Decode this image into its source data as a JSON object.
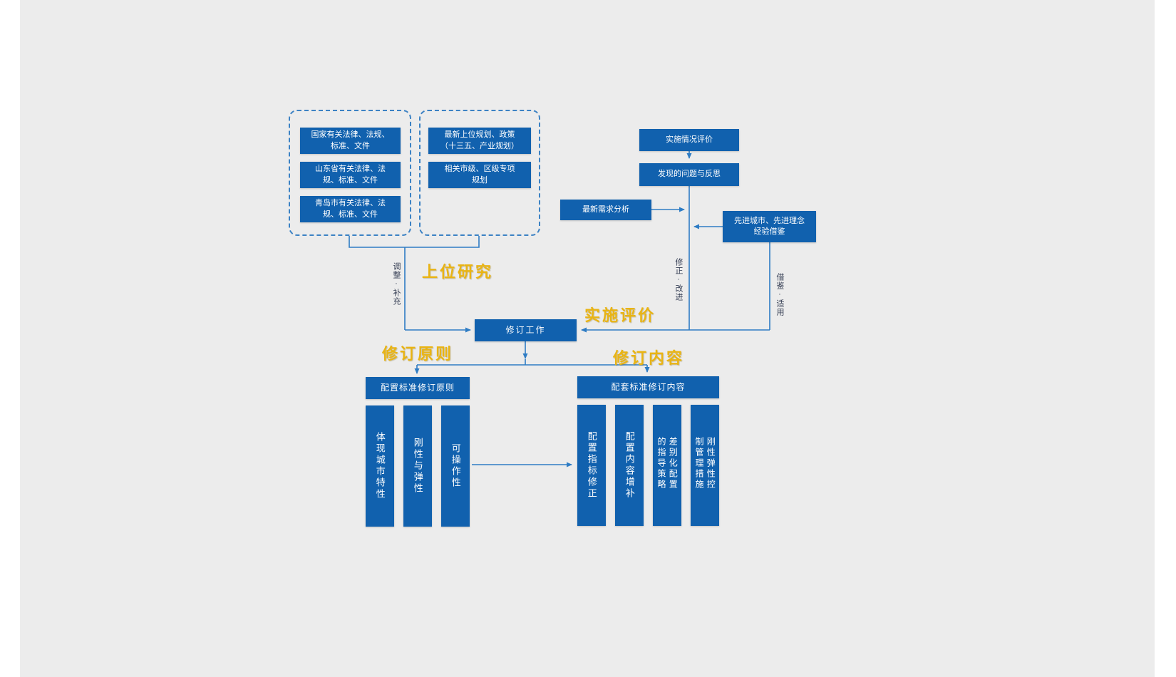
{
  "colors": {
    "background": "#ececec",
    "box_blue": "#1161ae",
    "line_blue": "#2e7cc4",
    "label_yellow": "#e9b414"
  },
  "legal_sources": {
    "box1": "国家有关法律、法规、\n标准、文件",
    "box2": "山东省有关法律、法\n规、标准、文件",
    "box3": "青岛市有关法律、法\n规、标准、文件"
  },
  "planning_sources": {
    "box1": "最新上位规划、政策\n（十三五、产业规划）",
    "box2": "相关市级、区级专项\n规划"
  },
  "evaluation": {
    "implementation": "实施情况评价",
    "problems": "发现的问题与反思",
    "demand": "最新需求分析",
    "advanced": "先进城市、先进理念\n经验借鉴"
  },
  "stage_labels": {
    "upper_research": "上位研究",
    "implementation_eval": "实施评价",
    "revision_principles": "修订原则",
    "revision_contents": "修订内容"
  },
  "edge_labels": {
    "adjust_supplement": "调整·补充",
    "correct_improve": "修正·改进",
    "reference_apply": "借鉴·适用"
  },
  "center": {
    "revision_work": "修订工作"
  },
  "principles": {
    "header": "配置标准修订原则",
    "items": [
      "体现城市特性",
      "刚性与弹性",
      "可操作性"
    ]
  },
  "contents": {
    "header": "配套标准修订内容",
    "items": [
      "配置指标修正",
      "配置内容增补",
      "差别化配置的指导策略",
      "刚性弹性控制管理措施"
    ]
  }
}
